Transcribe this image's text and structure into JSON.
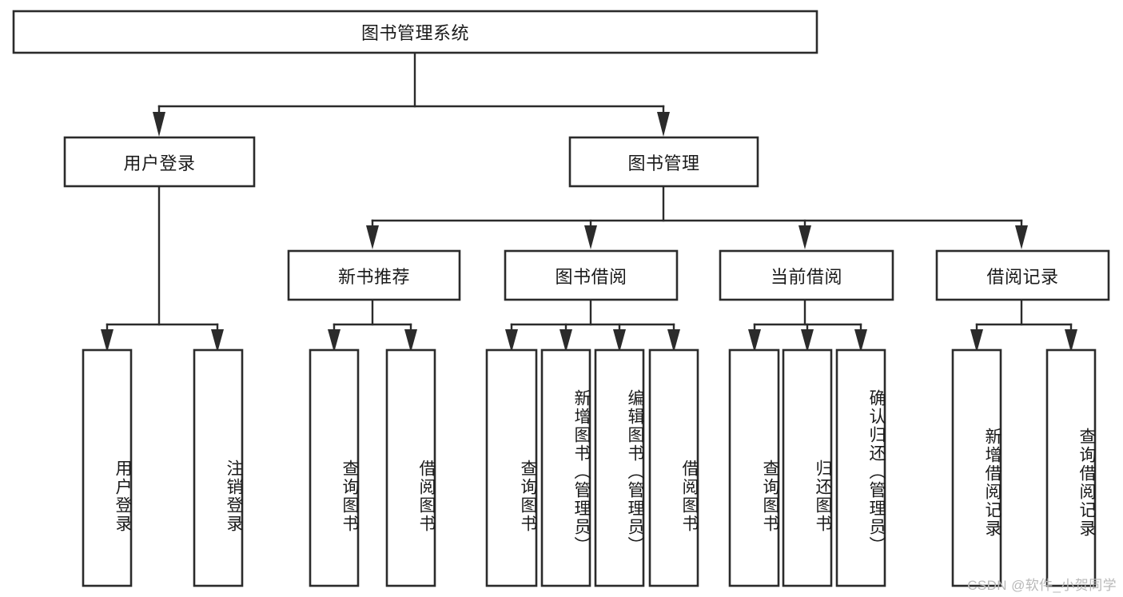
{
  "diagram": {
    "type": "tree-hierarchy",
    "title": "图书管理系统",
    "colors": {
      "stroke": "#2b2b2b",
      "fill": "#ffffff",
      "text": "#1a1a1a",
      "watermark": "#b9b9b9",
      "background": "#ffffff"
    },
    "watermark": "CSDN @软件_小贺同学",
    "levels": [
      {
        "level": 1,
        "nodes": [
          {
            "id": "root",
            "label": "图书管理系统",
            "orientation": "horizontal"
          }
        ]
      },
      {
        "level": 2,
        "nodes": [
          {
            "id": "user-login",
            "label": "用户登录",
            "orientation": "horizontal",
            "parent": "root"
          },
          {
            "id": "book-manage",
            "label": "图书管理",
            "orientation": "horizontal",
            "parent": "root"
          }
        ]
      },
      {
        "level": 3,
        "nodes": [
          {
            "id": "new-book-recommend",
            "label": "新书推荐",
            "orientation": "horizontal",
            "parent": "book-manage"
          },
          {
            "id": "book-borrow",
            "label": "图书借阅",
            "orientation": "horizontal",
            "parent": "book-manage"
          },
          {
            "id": "current-borrow",
            "label": "当前借阅",
            "orientation": "horizontal",
            "parent": "book-manage"
          },
          {
            "id": "borrow-record",
            "label": "借阅记录",
            "orientation": "horizontal",
            "parent": "book-manage"
          }
        ]
      },
      {
        "level": 4,
        "nodes": [
          {
            "id": "leaf-user-login",
            "label": "用户登录",
            "orientation": "vertical",
            "parent": "user-login"
          },
          {
            "id": "leaf-logout",
            "label": "注销登录",
            "orientation": "vertical",
            "parent": "user-login"
          },
          {
            "id": "leaf-query-book-1",
            "label": "查询图书",
            "orientation": "vertical",
            "parent": "new-book-recommend"
          },
          {
            "id": "leaf-borrow-book-1",
            "label": "借阅图书",
            "orientation": "vertical",
            "parent": "new-book-recommend"
          },
          {
            "id": "leaf-query-book-2",
            "label": "查询图书",
            "orientation": "vertical",
            "parent": "book-borrow"
          },
          {
            "id": "leaf-add-book",
            "label": "新增图书（管理员）",
            "orientation": "vertical",
            "parent": "book-borrow"
          },
          {
            "id": "leaf-edit-book",
            "label": "编辑图书（管理员）",
            "orientation": "vertical",
            "parent": "book-borrow"
          },
          {
            "id": "leaf-borrow-book-2",
            "label": "借阅图书",
            "orientation": "vertical",
            "parent": "book-borrow"
          },
          {
            "id": "leaf-query-book-3",
            "label": "查询图书",
            "orientation": "vertical",
            "parent": "current-borrow"
          },
          {
            "id": "leaf-return-book",
            "label": "归还图书",
            "orientation": "vertical",
            "parent": "current-borrow"
          },
          {
            "id": "leaf-confirm-return",
            "label": "确认归还（管理员）",
            "orientation": "vertical",
            "parent": "current-borrow"
          },
          {
            "id": "leaf-add-record",
            "label": "新增借阅记录",
            "orientation": "vertical",
            "parent": "borrow-record"
          },
          {
            "id": "leaf-query-record",
            "label": "查询借阅记录",
            "orientation": "vertical",
            "parent": "borrow-record"
          }
        ]
      }
    ]
  }
}
